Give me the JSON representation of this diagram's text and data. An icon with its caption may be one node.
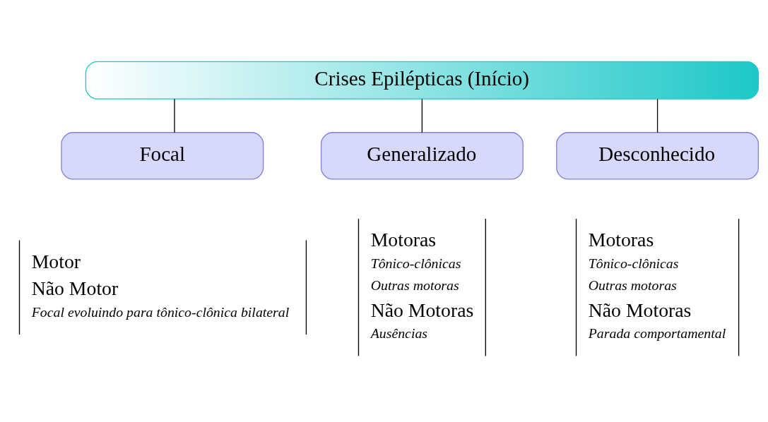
{
  "diagram": {
    "nodes": [
      {
        "text": [
          "Crises Epilépticas (Início)"
        ]
      },
      {
        "text": [
          "Focal"
        ]
      },
      {
        "text": [
          "Generalizado"
        ]
      },
      {
        "text": [
          "Desconhecido"
        ]
      },
      {
        "text": [
          "Motor",
          "Não Motor",
          "Focal evoluindo para tônico-clônica bilateral"
        ]
      },
      {
        "text": [
          "Motoras",
          "Tônico-clônicas",
          "Outras motoras",
          "Não Motoras",
          "Ausências"
        ]
      },
      {
        "text": [
          "Motoras",
          "Tônico-clônicas",
          "Outras motoras",
          "Não Motoras",
          "Parada comportamental"
        ]
      }
    ],
    "edges": [
      {
        "from": 0,
        "to": 1,
        "arrow": "none"
      },
      {
        "from": 0,
        "to": 2,
        "arrow": "none"
      },
      {
        "from": 0,
        "to": 3,
        "arrow": "none"
      }
    ]
  }
}
